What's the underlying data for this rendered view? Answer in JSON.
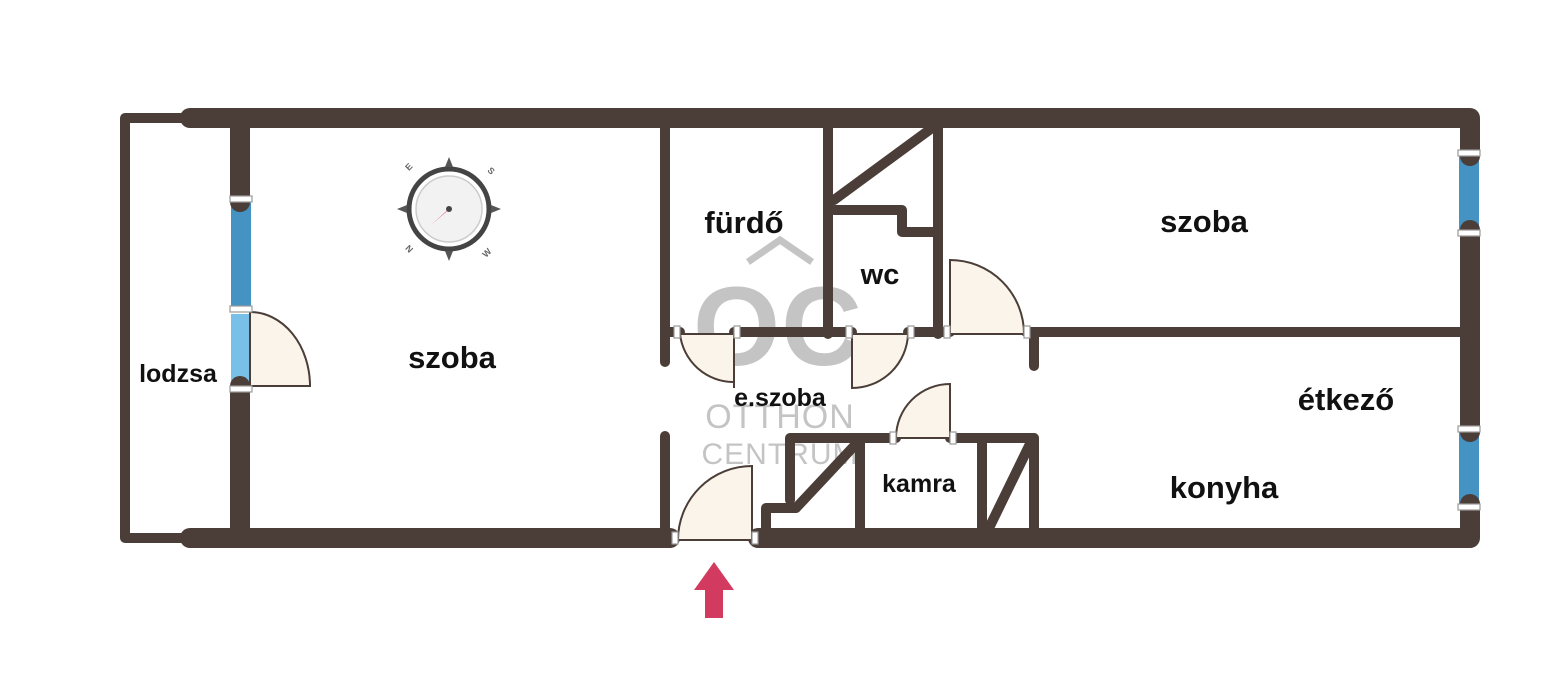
{
  "rooms": {
    "lodzsa": "lodzsa",
    "szoba_left": "szoba",
    "furdo": "fürdő",
    "wc": "wc",
    "szoba_right": "szoba",
    "eszoba": "e.szoba",
    "etkezo": "étkező",
    "kamra": "kamra",
    "konyha": "konyha"
  },
  "watermark": {
    "logo": "OC",
    "line1": "OTTHON",
    "line2": "CENTRUM"
  },
  "compass": {
    "n": "N",
    "e": "E",
    "s": "S",
    "w": "W"
  },
  "colors": {
    "wall": "#4b3d37",
    "window_dark": "#4493c3",
    "window_light": "#78c0e8",
    "door_fill": "#fbf4ea",
    "entrance_arrow": "#d23a5f",
    "watermark": "#c4c4c4"
  },
  "icons": {
    "compass": "compass-icon",
    "entrance": "entrance-arrow-icon"
  }
}
